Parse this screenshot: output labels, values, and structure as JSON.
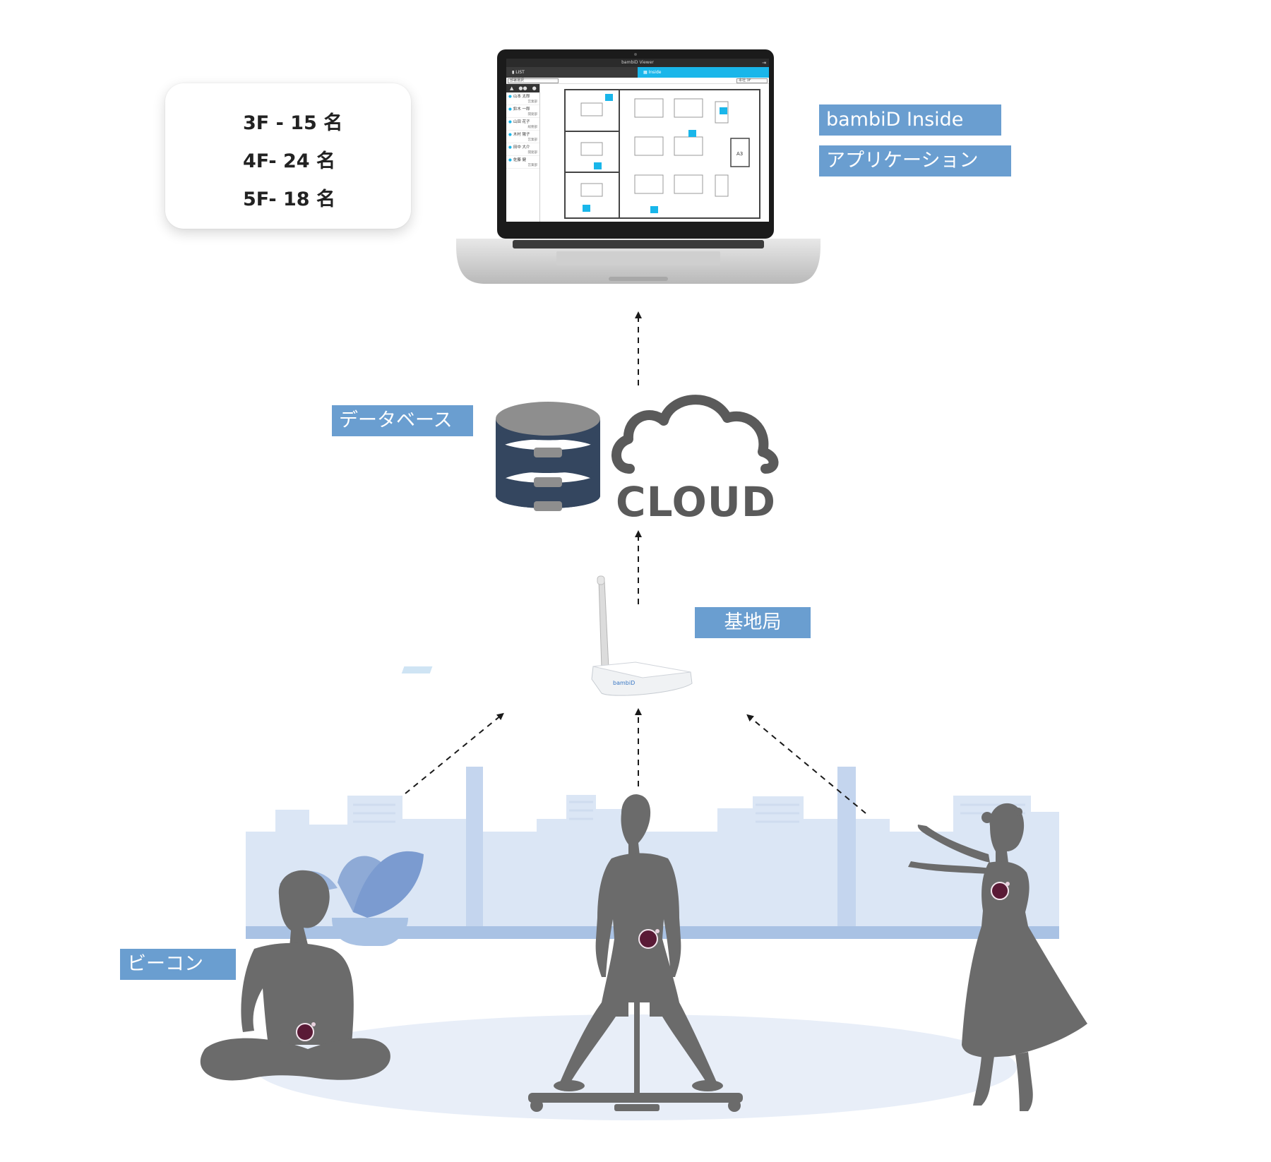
{
  "callout": {
    "lines": [
      "3F - 15 名",
      "4F- 24 名",
      "5F- 18 名"
    ]
  },
  "labels": {
    "app_name": "bambiD Inside",
    "app_type": "アプリケーション",
    "database": "データベース",
    "base_station": "基地局",
    "beacon": "ビーコン"
  },
  "cloud": {
    "text": "CLOUD"
  },
  "app_screen": {
    "window_title": "bambiD Viewer",
    "tab_list": "LIST",
    "tab_inside": "Inside",
    "left_select": "部署選択",
    "right_select": "本社 3F",
    "staff": [
      {
        "name": "山本 太郎",
        "status": "営業部"
      },
      {
        "name": "鈴木 一郎",
        "status": "開発部"
      },
      {
        "name": "山田 花子",
        "status": "総務部"
      },
      {
        "name": "木村 陽子",
        "status": "営業部"
      },
      {
        "name": "田中 大介",
        "status": "開発部"
      },
      {
        "name": "佐藤 健",
        "status": "営業部"
      }
    ],
    "room_label": "A3"
  },
  "colors": {
    "label_bg": "#6a9ed0",
    "silhouette": "#6b6b6b",
    "db_body": "#34465f",
    "db_top": "#8e8e8e",
    "city": "#dbe6f5",
    "city_accent": "#a9c2e4",
    "floor": "#e8eef8",
    "screen_accent": "#19b6ea",
    "beacon": "#5a1a36"
  },
  "icons": [
    "laptop-icon",
    "database-icon",
    "cloud-icon",
    "antenna-router-icon",
    "beacon-icon",
    "person-silhouette-icon",
    "plant-icon",
    "arrow-up-icon"
  ]
}
